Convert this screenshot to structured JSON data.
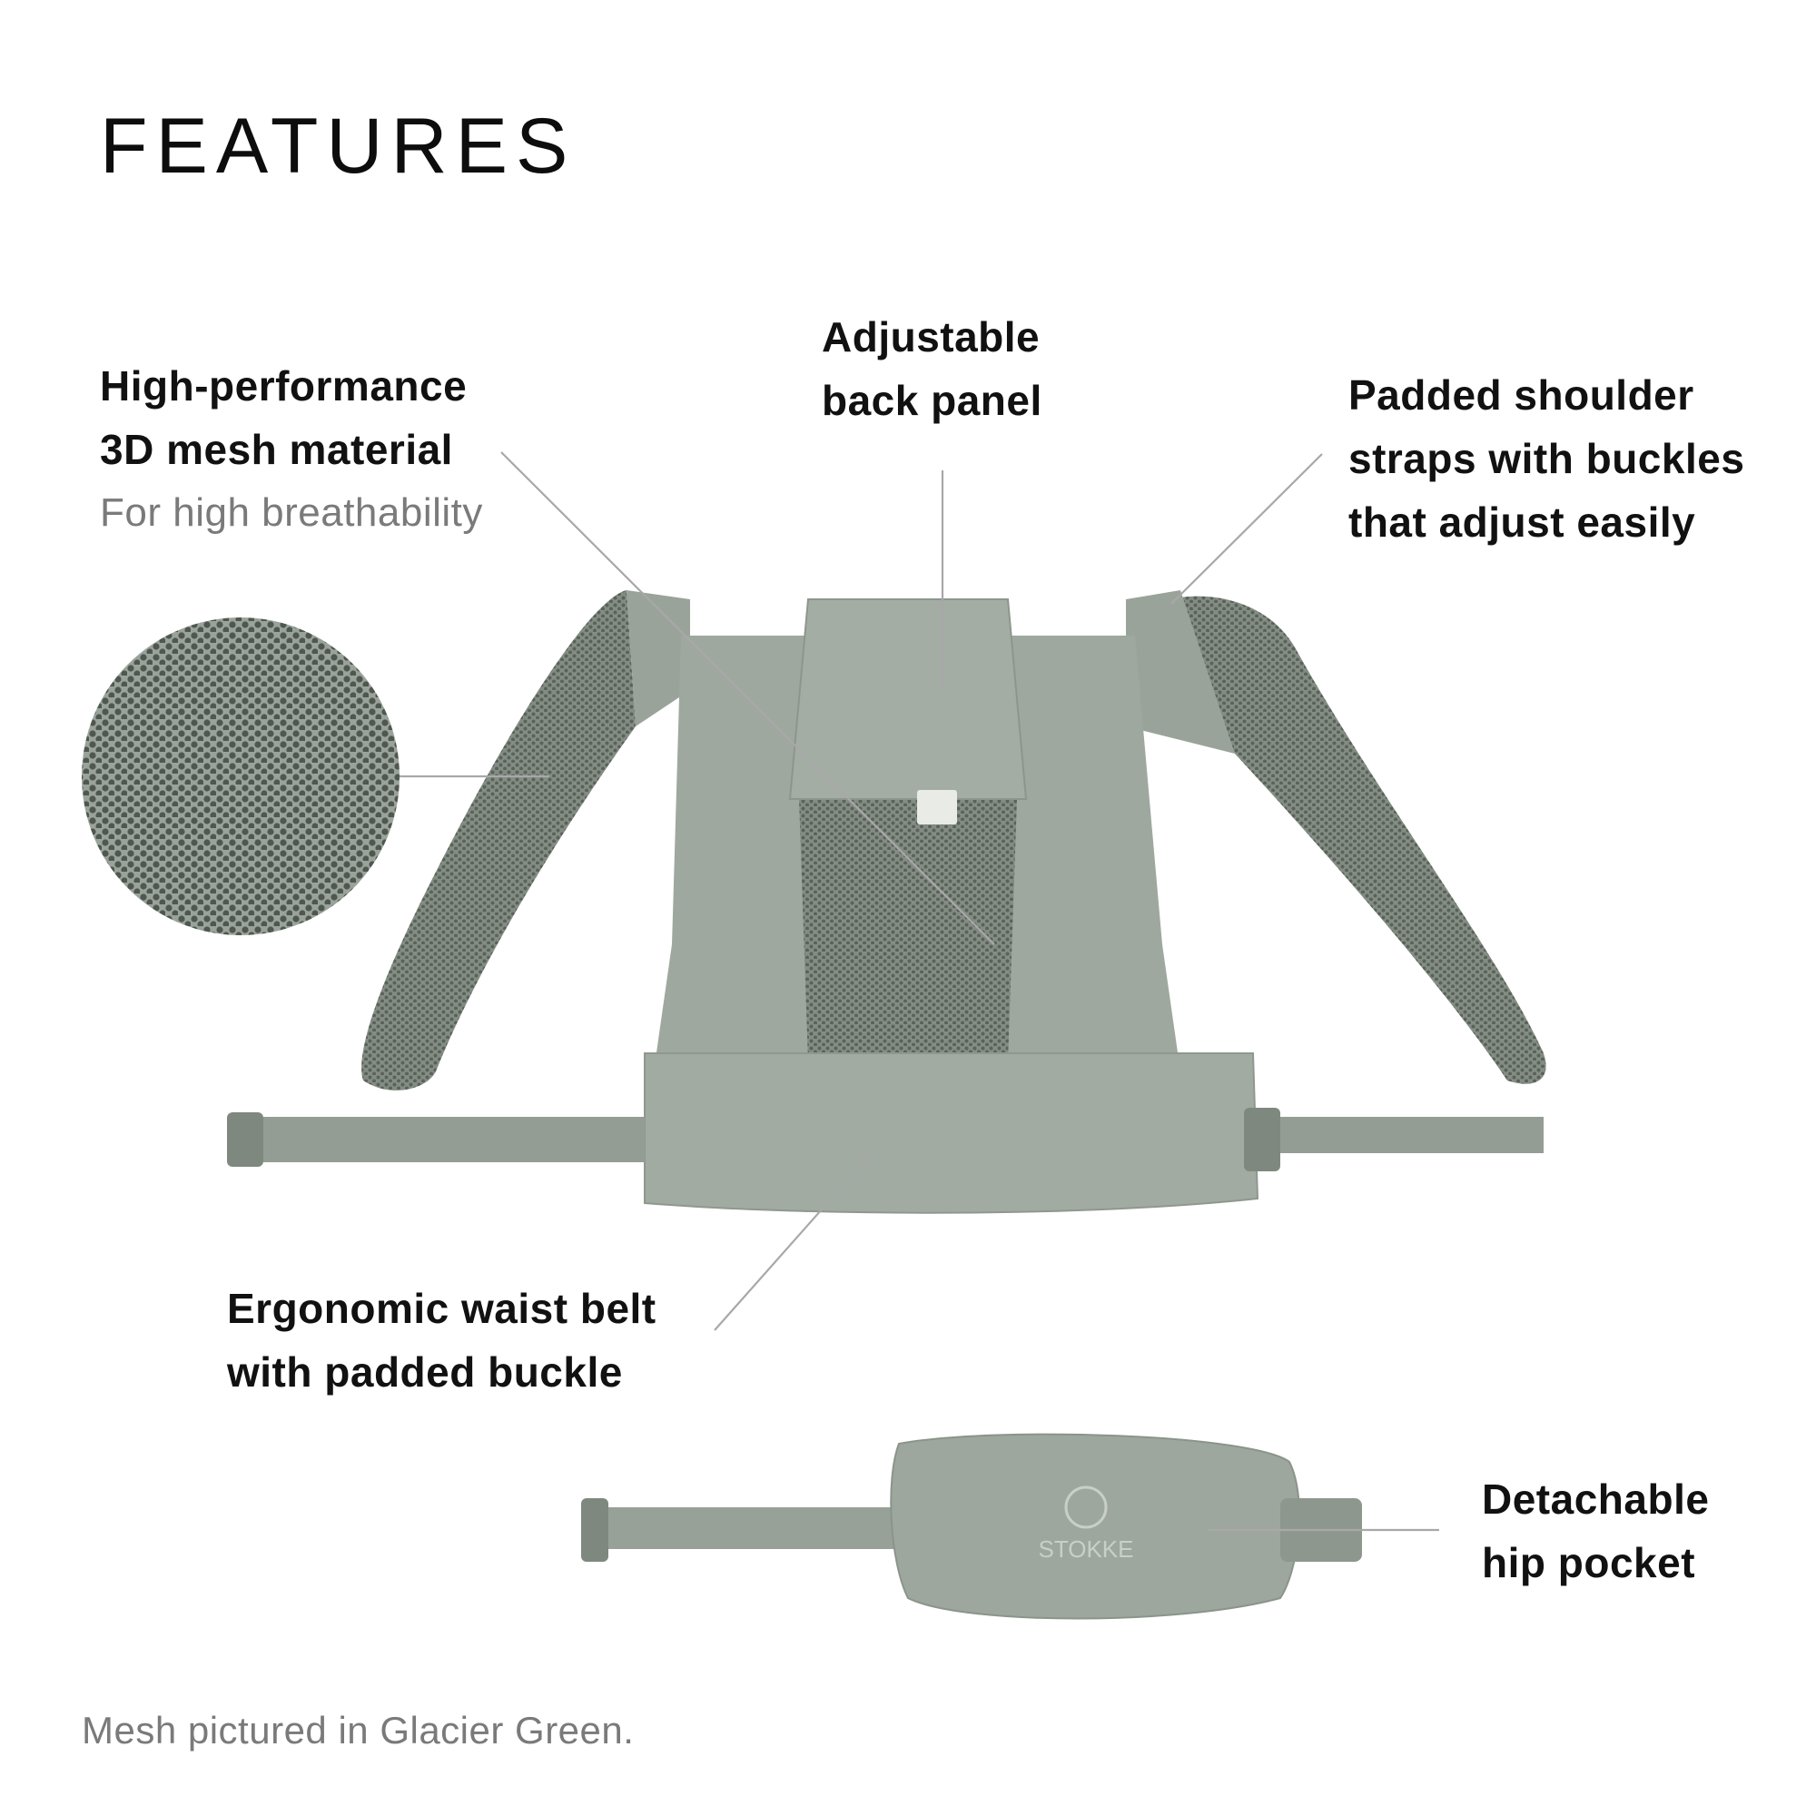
{
  "title": "FEATURES",
  "features": [
    {
      "id": "mesh",
      "title_lines": [
        "High-performance",
        "3D mesh material"
      ],
      "subtitle": "For high breathability"
    },
    {
      "id": "back-panel",
      "title_lines": [
        "Adjustable",
        "back panel"
      ]
    },
    {
      "id": "shoulder-straps",
      "title_lines": [
        "Padded shoulder",
        "straps with buckles",
        "that adjust easily"
      ]
    },
    {
      "id": "waist-belt",
      "title_lines": [
        "Ergonomic waist belt",
        "with padded buckle"
      ]
    },
    {
      "id": "hip-pocket",
      "title_lines": [
        "Detachable",
        "hip pocket"
      ]
    }
  ],
  "product": {
    "brand_text": "STOKKE",
    "colors": {
      "fabric": "#9fa89f",
      "fabric_dark": "#8d968d",
      "mesh": "#6f786f",
      "mesh_hole": "#4d554e",
      "leader_line": "#a8a8a8"
    }
  },
  "footer": "Mesh pictured in Glacier Green."
}
